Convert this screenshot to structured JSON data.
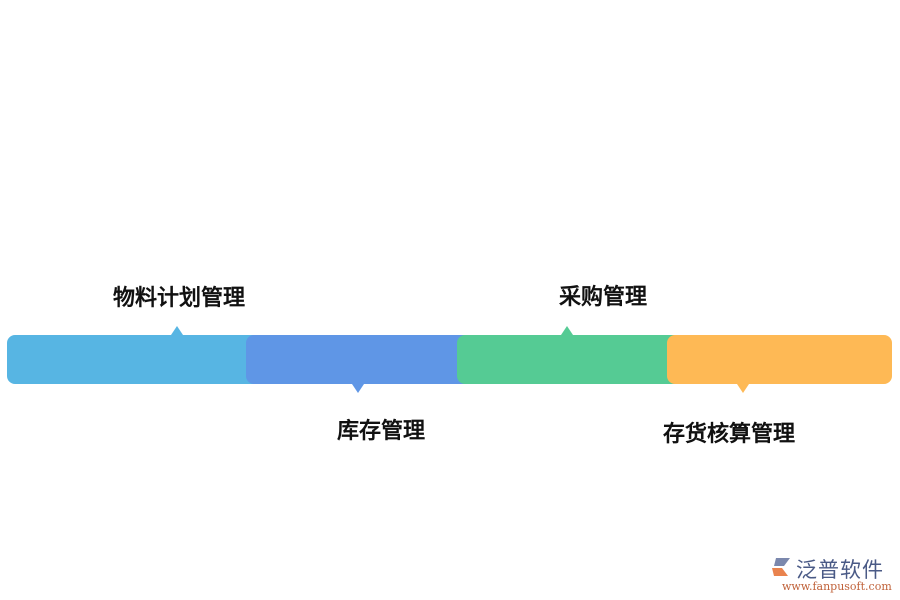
{
  "diagram": {
    "type": "horizontal-process-bar",
    "steps": [
      {
        "label": "物料计划管理",
        "color": "#57b5e3",
        "pointer": "up"
      },
      {
        "label": "库存管理",
        "color": "#5f96e6",
        "pointer": "down"
      },
      {
        "label": "采购管理",
        "color": "#55cb94",
        "pointer": "up"
      },
      {
        "label": "存货核算管理",
        "color": "#feb955",
        "pointer": "down"
      }
    ]
  },
  "watermark": {
    "brand": "泛普软件",
    "url": "www.fanpusoft.com"
  }
}
